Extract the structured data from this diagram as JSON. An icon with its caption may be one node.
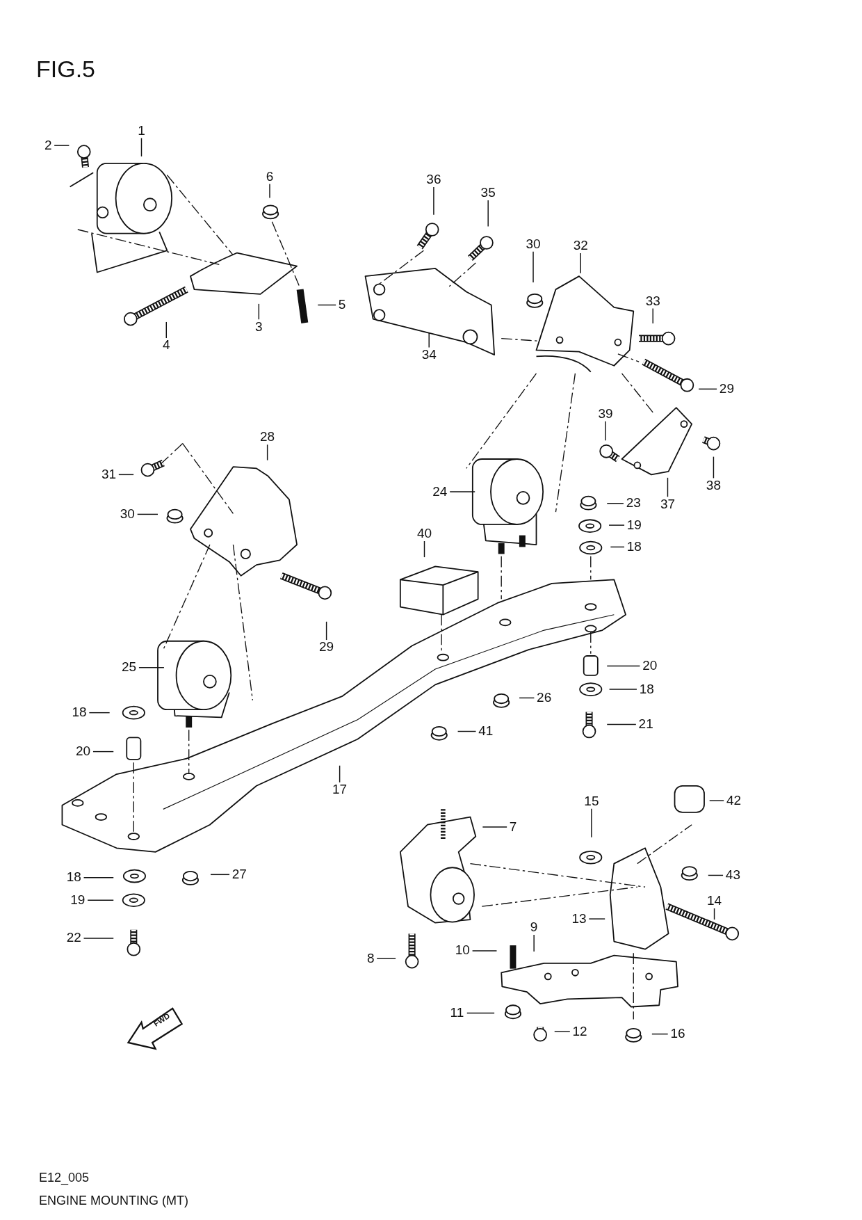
{
  "diagram": {
    "title": "FIG.5",
    "caption": "ENGINE MOUNTING (MT)",
    "nodes": [
      {
        "text": [
          "1"
        ]
      },
      {
        "text": [
          "2"
        ]
      },
      {
        "text": [
          "6"
        ]
      },
      {
        "text": [
          "36"
        ]
      },
      {
        "text": [
          "35"
        ]
      },
      {
        "text": [
          "30"
        ]
      },
      {
        "text": [
          "32"
        ]
      },
      {
        "text": [
          "33"
        ]
      },
      {
        "text": [
          "5"
        ]
      },
      {
        "text": [
          "4"
        ]
      },
      {
        "text": [
          "3"
        ]
      },
      {
        "text": [
          "34"
        ]
      },
      {
        "text": [
          "29"
        ]
      },
      {
        "text": [
          "39"
        ]
      },
      {
        "text": [
          "31"
        ]
      },
      {
        "text": [
          "28"
        ]
      },
      {
        "text": [
          "24"
        ]
      },
      {
        "text": [
          "30"
        ]
      },
      {
        "text": [
          "38"
        ]
      },
      {
        "text": [
          "37"
        ]
      },
      {
        "text": [
          "23"
        ]
      },
      {
        "text": [
          "19"
        ]
      },
      {
        "text": [
          "18"
        ]
      },
      {
        "text": [
          "40"
        ]
      },
      {
        "text": [
          "29"
        ]
      },
      {
        "text": [
          "25"
        ]
      },
      {
        "text": [
          "20"
        ]
      },
      {
        "text": [
          "18"
        ]
      },
      {
        "text": [
          "26"
        ]
      },
      {
        "text": [
          "21"
        ]
      },
      {
        "text": [
          "41"
        ]
      },
      {
        "text": [
          "18"
        ]
      },
      {
        "text": [
          "20"
        ]
      },
      {
        "text": [
          "17"
        ]
      },
      {
        "text": [
          "15"
        ]
      },
      {
        "text": [
          "42"
        ]
      },
      {
        "text": [
          "7"
        ]
      },
      {
        "text": [
          "27"
        ]
      },
      {
        "text": [
          "43"
        ]
      },
      {
        "text": [
          "18"
        ]
      },
      {
        "text": [
          "14"
        ]
      },
      {
        "text": [
          "13"
        ]
      },
      {
        "text": [
          "19"
        ]
      },
      {
        "text": [
          "9"
        ]
      },
      {
        "text": [
          "22"
        ]
      },
      {
        "text": [
          "10"
        ]
      },
      {
        "text": [
          "8"
        ]
      },
      {
        "text": [
          "11"
        ]
      },
      {
        "text": [
          "12"
        ]
      },
      {
        "text": [
          "16"
        ]
      }
    ],
    "edges": [
      {
        "from": 0,
        "to": null,
        "arrow": "none"
      },
      {
        "from": 1,
        "to": null,
        "arrow": "none"
      },
      {
        "from": 2,
        "to": null,
        "arrow": "none"
      },
      {
        "from": 3,
        "to": null,
        "arrow": "none"
      },
      {
        "from": 4,
        "to": null,
        "arrow": "none"
      },
      {
        "from": 5,
        "to": null,
        "arrow": "none"
      },
      {
        "from": 6,
        "to": null,
        "arrow": "none"
      },
      {
        "from": 7,
        "to": null,
        "arrow": "none"
      },
      {
        "from": 8,
        "to": null,
        "arrow": "none"
      },
      {
        "from": 9,
        "to": null,
        "arrow": "none"
      },
      {
        "from": 10,
        "to": null,
        "arrow": "none"
      },
      {
        "from": 11,
        "to": null,
        "arrow": "none"
      },
      {
        "from": 12,
        "to": null,
        "arrow": "none"
      },
      {
        "from": 13,
        "to": null,
        "arrow": "none"
      },
      {
        "from": 14,
        "to": null,
        "arrow": "none"
      },
      {
        "from": 15,
        "to": null,
        "arrow": "none"
      },
      {
        "from": 16,
        "to": null,
        "arrow": "none"
      },
      {
        "from": 17,
        "to": null,
        "arrow": "none"
      },
      {
        "from": 18,
        "to": null,
        "arrow": "none"
      },
      {
        "from": 19,
        "to": null,
        "arrow": "none"
      },
      {
        "from": 20,
        "to": null,
        "arrow": "none"
      },
      {
        "from": 21,
        "to": null,
        "arrow": "none"
      },
      {
        "from": 22,
        "to": null,
        "arrow": "none"
      },
      {
        "from": 23,
        "to": null,
        "arrow": "none"
      },
      {
        "from": 24,
        "to": null,
        "arrow": "none"
      },
      {
        "from": 25,
        "to": null,
        "arrow": "none"
      },
      {
        "from": 26,
        "to": null,
        "arrow": "none"
      },
      {
        "from": 27,
        "to": null,
        "arrow": "none"
      },
      {
        "from": 28,
        "to": null,
        "arrow": "none"
      },
      {
        "from": 29,
        "to": null,
        "arrow": "none"
      },
      {
        "from": 30,
        "to": null,
        "arrow": "none"
      },
      {
        "from": 31,
        "to": null,
        "arrow": "none"
      },
      {
        "from": 32,
        "to": null,
        "arrow": "none"
      },
      {
        "from": 33,
        "to": null,
        "arrow": "none"
      },
      {
        "from": 34,
        "to": null,
        "arrow": "none"
      },
      {
        "from": 35,
        "to": null,
        "arrow": "none"
      },
      {
        "from": 36,
        "to": null,
        "arrow": "none"
      },
      {
        "from": 37,
        "to": null,
        "arrow": "none"
      },
      {
        "from": 38,
        "to": null,
        "arrow": "none"
      },
      {
        "from": 39,
        "to": null,
        "arrow": "none"
      },
      {
        "from": 40,
        "to": null,
        "arrow": "none"
      },
      {
        "from": 41,
        "to": null,
        "arrow": "none"
      },
      {
        "from": 42,
        "to": null,
        "arrow": "none"
      },
      {
        "from": 43,
        "to": null,
        "arrow": "none"
      },
      {
        "from": 44,
        "to": null,
        "arrow": "none"
      },
      {
        "from": 45,
        "to": null,
        "arrow": "none"
      },
      {
        "from": 46,
        "to": null,
        "arrow": "none"
      },
      {
        "from": 47,
        "to": null,
        "arrow": "none"
      },
      {
        "from": 48,
        "to": null,
        "arrow": "none"
      },
      {
        "from": 49,
        "to": null,
        "arrow": "none"
      }
    ],
    "labels": [
      "FWD",
      "E12_005"
    ]
  }
}
